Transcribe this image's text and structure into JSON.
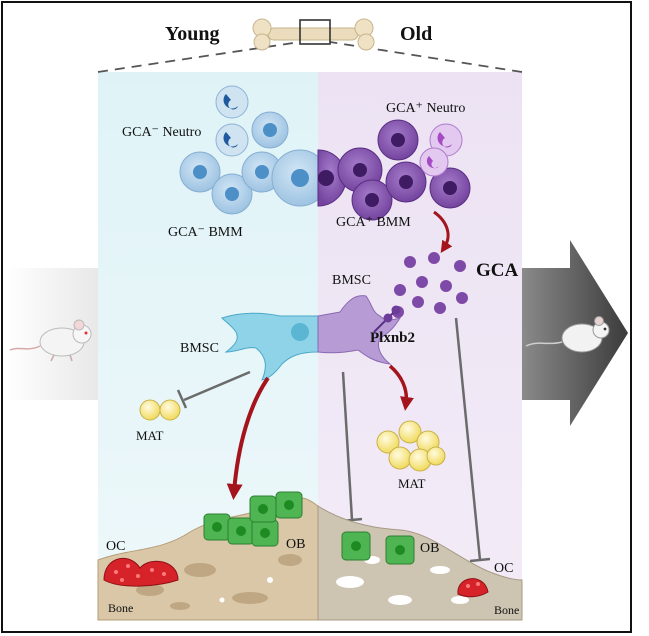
{
  "header": {
    "young": "Young",
    "old": "Old"
  },
  "young": {
    "neutro": "GCA⁻ Neutro",
    "bmm": "GCA⁻ BMM",
    "bmsc": "BMSC",
    "mat": "MAT",
    "oc": "OC",
    "ob": "OB",
    "bone": "Bone"
  },
  "old": {
    "neutro": "GCA⁺ Neutro",
    "bmm": "GCA⁺ BMM",
    "bmsc": "BMSC",
    "gca": "GCA",
    "plxnb2": "Plxnb2",
    "mat": "MAT",
    "ob": "OB",
    "oc": "OC",
    "bone": "Bone"
  },
  "colors": {
    "young_bg": "#e6f5f8",
    "old_bg": "#efe6f4",
    "red_arrow": "#a3141c",
    "inhibit": "#6b6b6b",
    "cell_blue": "#a9cbe6",
    "cell_purple": "#8a5bb0",
    "ob_green": "#4fb552",
    "oc_red": "#d6232a",
    "fat": "#f4e07a",
    "big_arrow": "#555555"
  }
}
